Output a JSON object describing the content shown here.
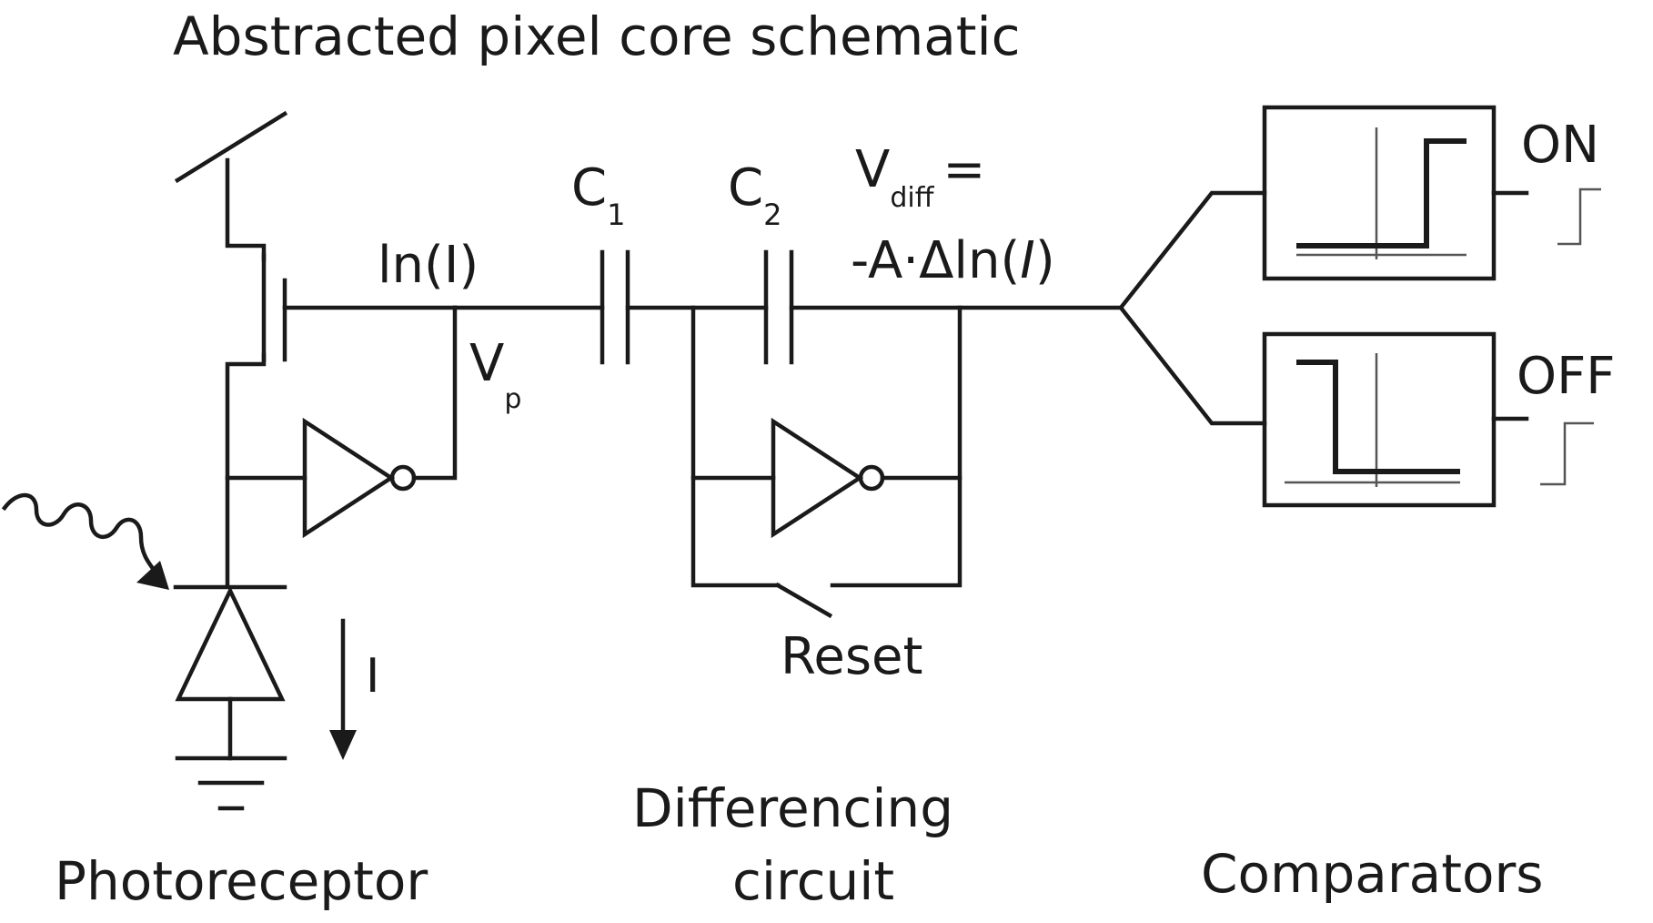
{
  "title": "Abstracted pixel core schematic",
  "labels": {
    "ln_i": "ln(I)",
    "vp_main": "V",
    "vp_sub": "p",
    "c1_main": "C",
    "c1_sub": "1",
    "c2_main": "C",
    "c2_sub": "2",
    "vdiff_main": "V",
    "vdiff_sub": "diff",
    "vdiff_eq": "=",
    "vdiff_formula_a": "-A·Δln(",
    "vdiff_formula_i": "I",
    "vdiff_formula_b": ")",
    "current": "I",
    "reset": "Reset",
    "on": "ON",
    "off": "OFF"
  },
  "sections": {
    "photoreceptor": "Photoreceptor",
    "differencing_line1": "Differencing",
    "differencing_line2": "circuit",
    "comparators": "Comparators"
  },
  "icons": {
    "photon": "light-wave-arrow-icon",
    "ground": "ground-icon",
    "photodiode": "photodiode-icon"
  },
  "colors": {
    "ink": "#1a1a1a",
    "background": "#ffffff"
  }
}
